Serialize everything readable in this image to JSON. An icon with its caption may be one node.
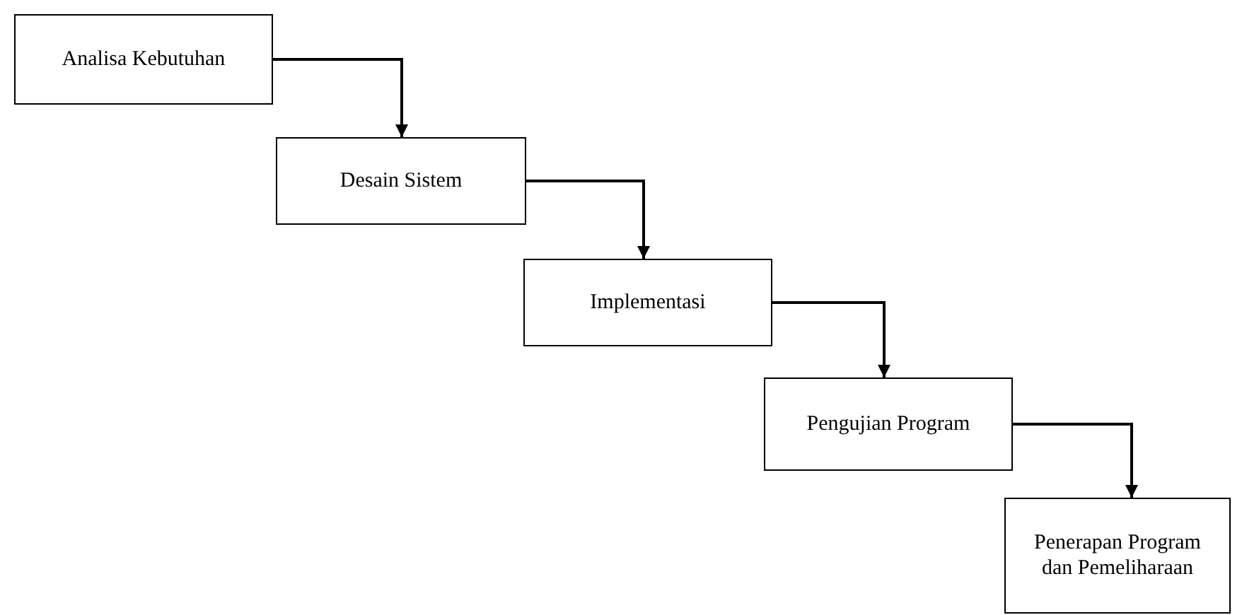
{
  "diagram": {
    "nodes": [
      {
        "text": [
          "Analisa Kebutuhan"
        ]
      },
      {
        "text": [
          "Desain Sistem"
        ]
      },
      {
        "text": [
          "Implementasi"
        ]
      },
      {
        "text": [
          "Pengujian Program"
        ]
      },
      {
        "text": [
          "Penerapan Program dan Pemeliharaan"
        ]
      }
    ],
    "edges": [
      {
        "from": 0,
        "to": 1,
        "arrow": "to"
      },
      {
        "from": 1,
        "to": 2,
        "arrow": "to"
      },
      {
        "from": 2,
        "to": 3,
        "arrow": "to"
      },
      {
        "from": 3,
        "to": 4,
        "arrow": "to"
      }
    ]
  }
}
